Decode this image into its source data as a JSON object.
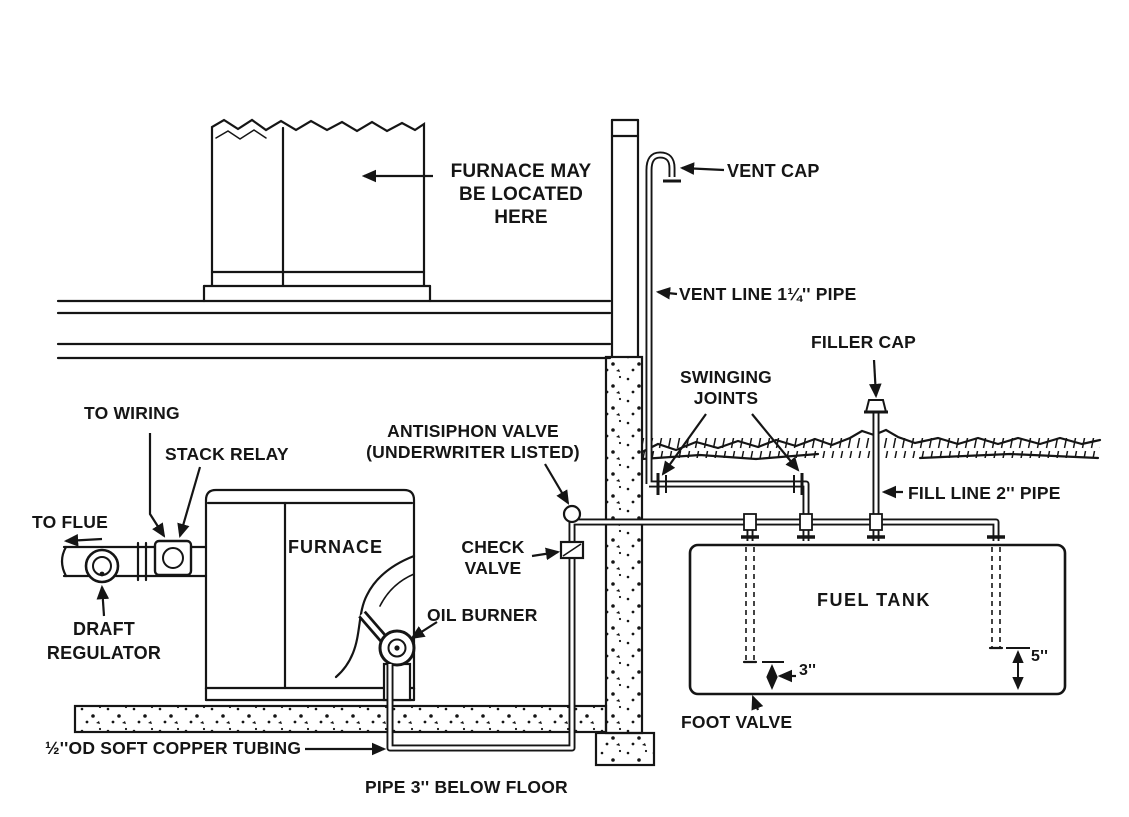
{
  "diagram": {
    "ink_color": "#151515",
    "paper_color": "#ffffff"
  },
  "labels": {
    "furnace_location": "FURNACE MAY\nBE LOCATED\nHERE",
    "vent_cap": "VENT CAP",
    "vent_line": "VENT LINE 1¼'' PIPE",
    "filler_cap": "FILLER CAP",
    "swinging_joints": "SWINGING\nJOINTS",
    "fill_line": "FILL LINE 2'' PIPE",
    "fuel_tank": "FUEL TANK",
    "to_wiring": "TO WIRING",
    "stack_relay": "STACK RELAY",
    "antisiphon_valve": "ANTISIPHON VALVE\n(UNDERWRITER LISTED)",
    "to_flue": "TO FLUE",
    "furnace": "FURNACE",
    "check_valve": "CHECK\nVALVE",
    "oil_burner": "OIL BURNER",
    "draft_regulator": "DRAFT\nREGULATOR",
    "foot_valve": "FOOT VALVE",
    "copper_tubing": "½''OD SOFT COPPER TUBING",
    "pipe_below_floor": "PIPE 3'' BELOW FLOOR",
    "dim_foot_valve_height": "3''",
    "dim_fill_pipe_height": "5''"
  }
}
